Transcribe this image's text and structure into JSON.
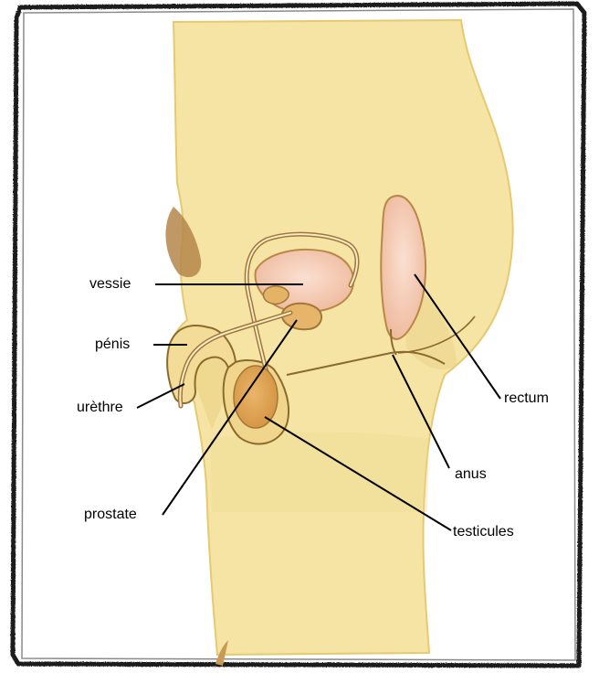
{
  "labels": {
    "vessie": "vessie",
    "penis": "pénis",
    "urethre": "urèthre",
    "prostate": "prostate",
    "rectum": "rectum",
    "anus": "anus",
    "testicules": "testicules"
  },
  "colors": {
    "skin": "#f4e3a2",
    "skin_shadow": "#e8cd7a",
    "hair": "#b2823c",
    "organ_pink": "#f3c8b0",
    "organ_outline": "#b98748",
    "testicle": "#e2ab58",
    "frame": "#1a1a1a",
    "leader_line": "#000000"
  }
}
